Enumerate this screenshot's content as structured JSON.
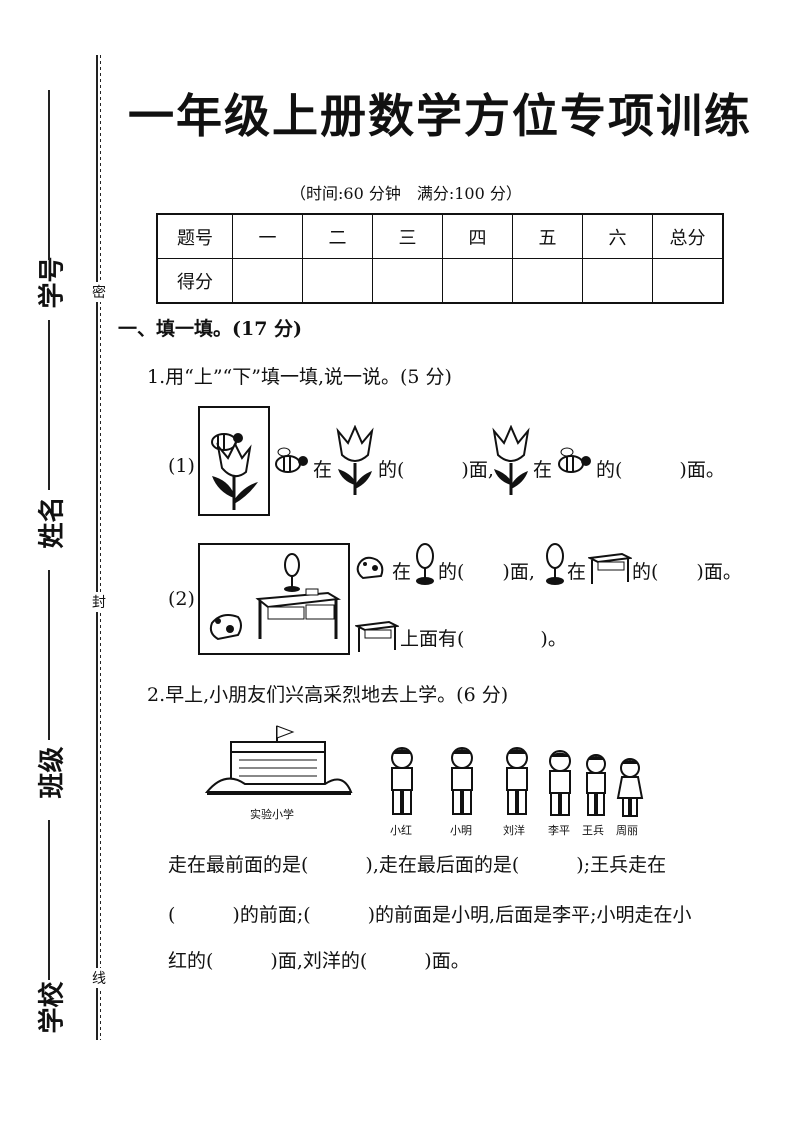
{
  "sidebar": {
    "student_id_label": "学号",
    "name_label": "姓名",
    "class_label": "班级",
    "school_label": "学校",
    "seal_top": "密",
    "seal_middle": "封",
    "seal_bottom": "线"
  },
  "header": {
    "title": "一年级上册数学方位专项训练",
    "info": "（时间:60 分钟　满分:100 分）"
  },
  "score_table": {
    "row1": [
      "题号",
      "一",
      "二",
      "三",
      "四",
      "五",
      "六",
      "总分"
    ],
    "row2_label": "得分"
  },
  "section1": {
    "heading": "一、填一填。(17 分)",
    "q1": {
      "prompt": "1.用“上”“下”填一填,说一说。(5 分)",
      "part1_label": "(1)",
      "part1_text_a": "在",
      "part1_text_b": "的(　　　)面,",
      "part1_text_c": "在",
      "part1_text_d": "的(　　　)面。",
      "part2_label": "(2)",
      "part2_text_a": "在",
      "part2_text_b": "的(　　)面,",
      "part2_text_c": "在",
      "part2_text_d": "的(　　)面。",
      "part2_text_e": "上面有(　　　　)。"
    },
    "q2": {
      "prompt": "2.早上,小朋友们兴高采烈地去上学。(6 分)",
      "school_sign": "实验小学",
      "kids": [
        "小红",
        "小明",
        "刘洋",
        "李平",
        "王兵",
        "周丽"
      ],
      "line1": "走在最前面的是(　　　),走在最后面的是(　　　);王兵走在",
      "line2": "(　　　)的前面;(　　　)的前面是小明,后面是李平;小明走在小",
      "line3": "红的(　　　)面,刘洋的(　　　)面。"
    }
  }
}
